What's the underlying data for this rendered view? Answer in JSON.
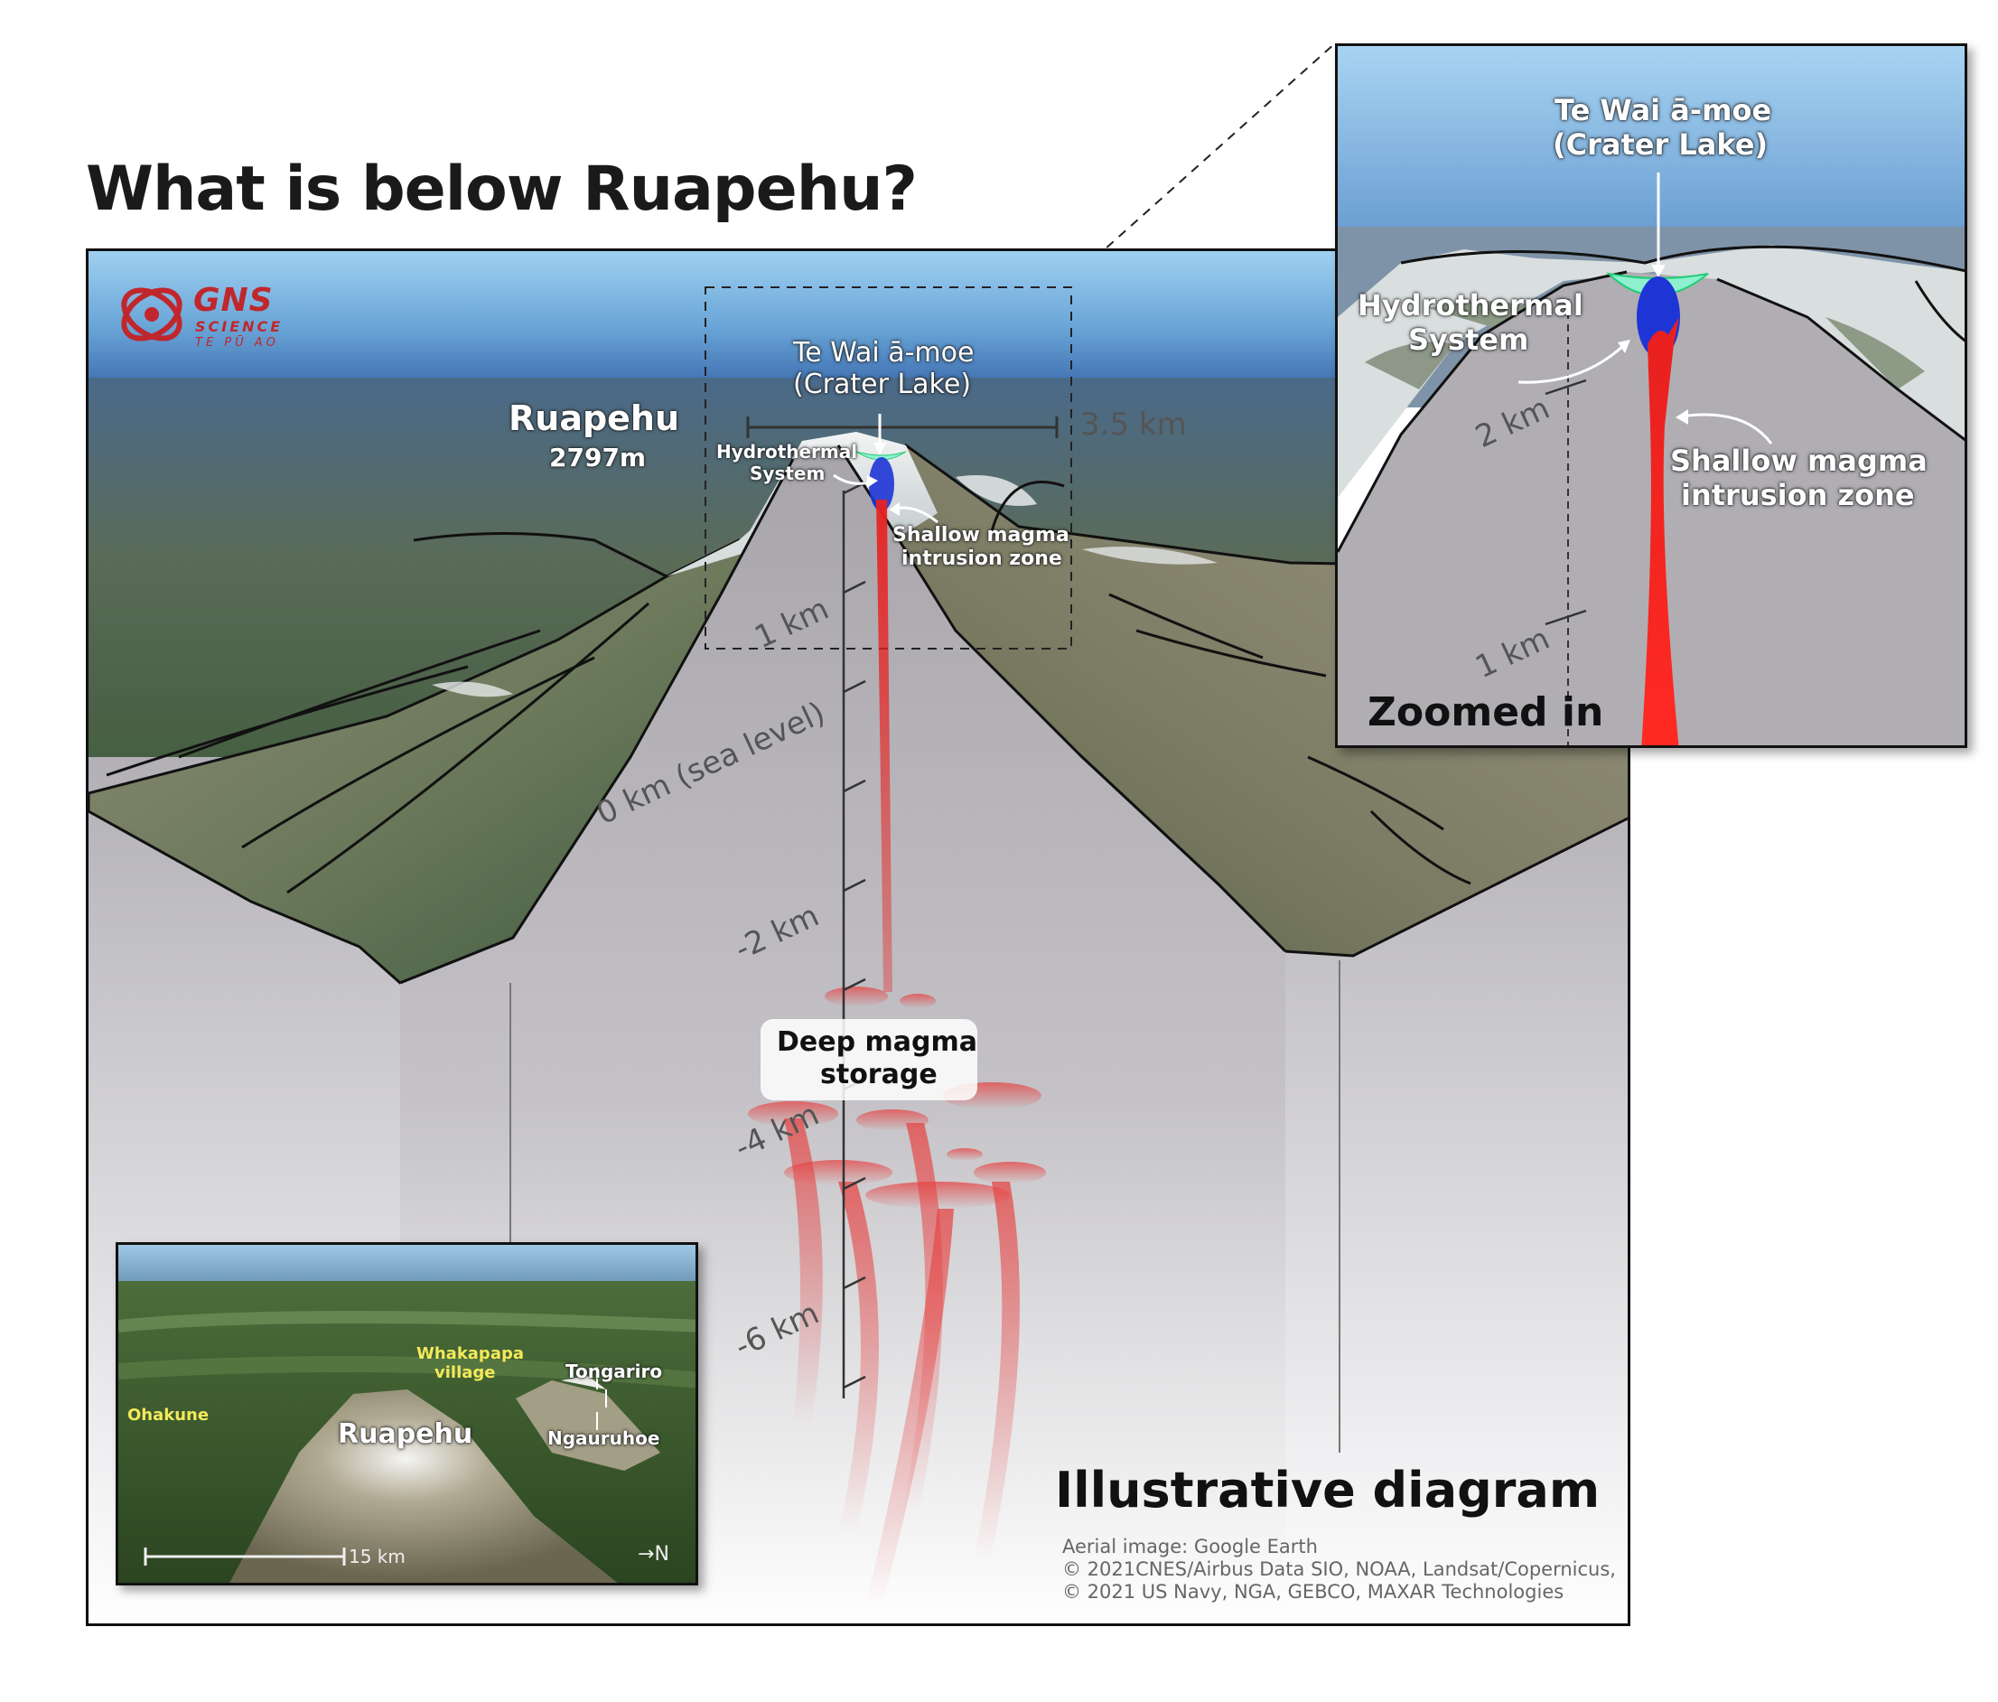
{
  "title": "What is below Ruapehu?",
  "logo": {
    "name": "GNS",
    "line2": "SCIENCE",
    "line3": "TE PŪ AO",
    "color": "#c0272d"
  },
  "main": {
    "peak_name": "Ruapehu",
    "peak_elevation": "2797m",
    "crater_lake_line1": "Te Wai ā-moe",
    "crater_lake_line2": "(Crater Lake)",
    "scale_label": "3.5 km",
    "hydrothermal_line1": "Hydrothermal",
    "hydrothermal_line2": "System",
    "shallow_line1": "Shallow magma",
    "shallow_line2": "intrusion zone",
    "deep_line1": "Deep magma",
    "deep_line2": "storage",
    "depth_ticks": [
      "1 km",
      "0 km (sea level)",
      "-2 km",
      "-4 km",
      "-6 km"
    ],
    "caption": "Illustrative diagram",
    "credit_line1": "Aerial image: Google Earth",
    "credit_line2": "© 2021CNES/Airbus Data SIO, NOAA, Landsat/Copernicus,",
    "credit_line3": "© 2021 US Navy, NGA, GEBCO, MAXAR Technologies"
  },
  "zoom": {
    "crater_lake_line1": "Te Wai ā-moe",
    "crater_lake_line2": "(Crater Lake)",
    "hydrothermal_line1": "Hydrothermal",
    "hydrothermal_line2": "System",
    "shallow_line1": "Shallow magma",
    "shallow_line2": "intrusion zone",
    "tick_upper": "2 km",
    "tick_lower": "1 km",
    "caption": "Zoomed in"
  },
  "inset": {
    "whakapapa_line1": "Whakapapa",
    "whakapapa_line2": "village",
    "tongariro": "Tongariro",
    "ohakune": "Ohakune",
    "ruapehu": "Ruapehu",
    "ngauruhoe": "Ngauruhoe",
    "scale": "15 km",
    "north": "N"
  },
  "colors": {
    "magma": "#e8201f",
    "hydrothermal": "#1e35d6",
    "crater_lake": "#8ef0cf",
    "rock": "#aaa8ad"
  }
}
